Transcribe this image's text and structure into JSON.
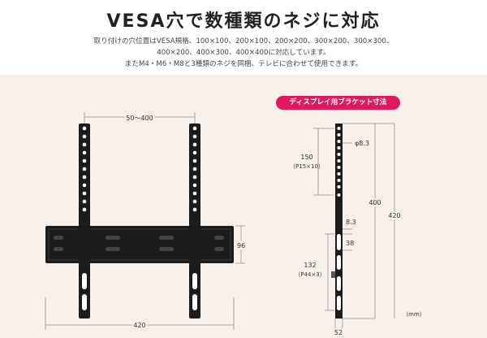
{
  "header": {
    "title": "VESA穴で数種類のネジに対応",
    "desc_line1": "取り付けの穴位置はVESA規格、100×100、200×100、200×200、300×200、300×300、",
    "desc_line2": "400×200、400×300、400×400に対応しています。",
    "desc_line3": "またM4・M6・M8と3種類のネジを同梱、テレビに合わせて使用できます。"
  },
  "front_view": {
    "dim_top": "50～400",
    "dim_right": "96",
    "dim_bottom": "420"
  },
  "side_view": {
    "badge": "ディスプレイ用ブラケット寸法",
    "dim_phi": "φ8.3",
    "dim_150": "150",
    "dim_p15": "（P15×10）",
    "dim_400": "400",
    "dim_420": "420",
    "dim_83": "8.3",
    "dim_38": "38",
    "dim_132": "132",
    "dim_p44": "（P44×3）",
    "dim_52": "52",
    "unit": "（mm）"
  },
  "colors": {
    "accent": "#e0195f",
    "bracket": "#1c1c1c",
    "panel_bg": "#f7f0eb"
  }
}
